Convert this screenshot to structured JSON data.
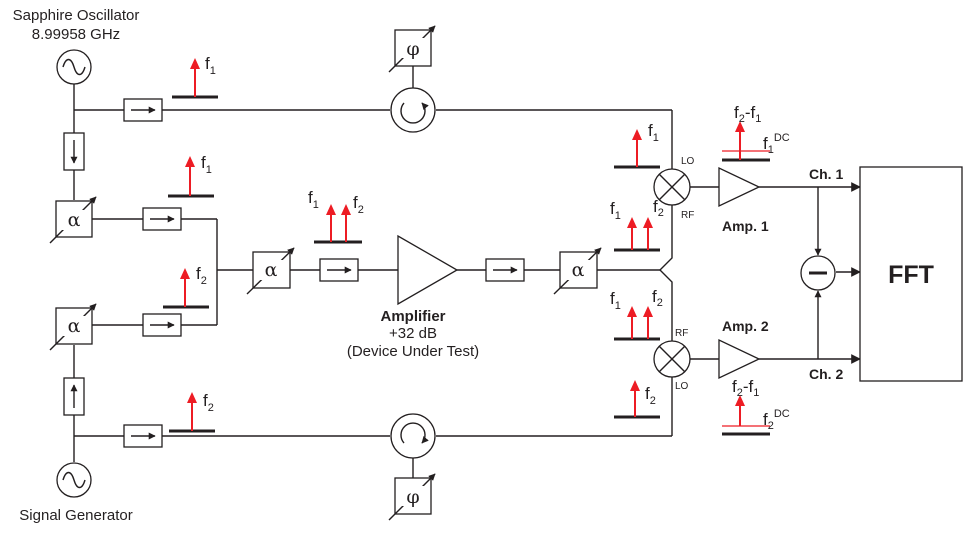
{
  "labels": {
    "osc_title": "Sapphire Oscillator",
    "osc_freq": "8.99958 GHz",
    "sig_gen": "Signal Generator",
    "amp_title": "Amplifier",
    "amp_gain": "+32 dB",
    "amp_dut": "(Device Under Test)",
    "amp1": "Amp. 1",
    "amp2": "Amp. 2",
    "ch1": "Ch. 1",
    "ch2": "Ch. 2",
    "fft": "FFT",
    "lo": "LO",
    "rf": "RF",
    "alpha": "α",
    "phi": "φ",
    "minus": "−"
  },
  "spectrum": {
    "f": "f",
    "sub1": "1",
    "sub2": "2",
    "dc": "DC",
    "dash": "-"
  },
  "colors": {
    "line": "#231f20",
    "carrier": "#ed1c24",
    "background": "#ffffff"
  },
  "icons": [
    "sine-source-icon",
    "isolator-icon",
    "circulator-icon",
    "attenuator-icon",
    "phase-shifter-icon",
    "mixer-icon",
    "amplifier-icon",
    "subtractor-icon"
  ]
}
